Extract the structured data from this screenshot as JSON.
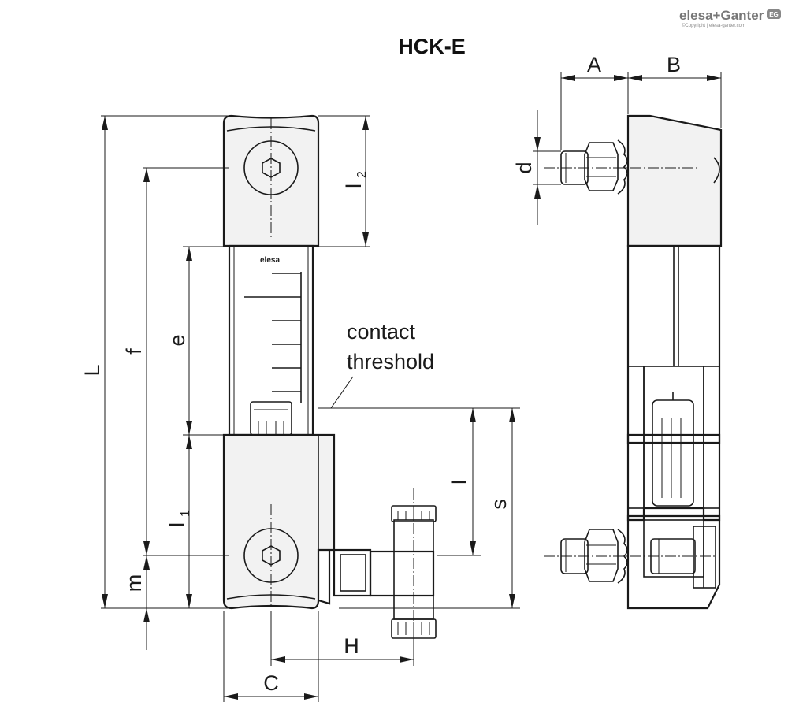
{
  "title": "HCK-E",
  "brand": {
    "name": "elesa+Ganter",
    "copyright": "©Copyright | elesa-ganter.com",
    "badge": "EG",
    "body_logo": "elesa"
  },
  "note": {
    "line1": "contact",
    "line2": "threshold"
  },
  "dimensions": {
    "L": "L",
    "f": "f",
    "e": "e",
    "l1": "l",
    "l1_sub": "1",
    "l2": "l",
    "l2_sub": "2",
    "m": "m",
    "l": "l",
    "s": "s",
    "H": "H",
    "C": "C",
    "A": "A",
    "B": "B",
    "d": "d"
  }
}
